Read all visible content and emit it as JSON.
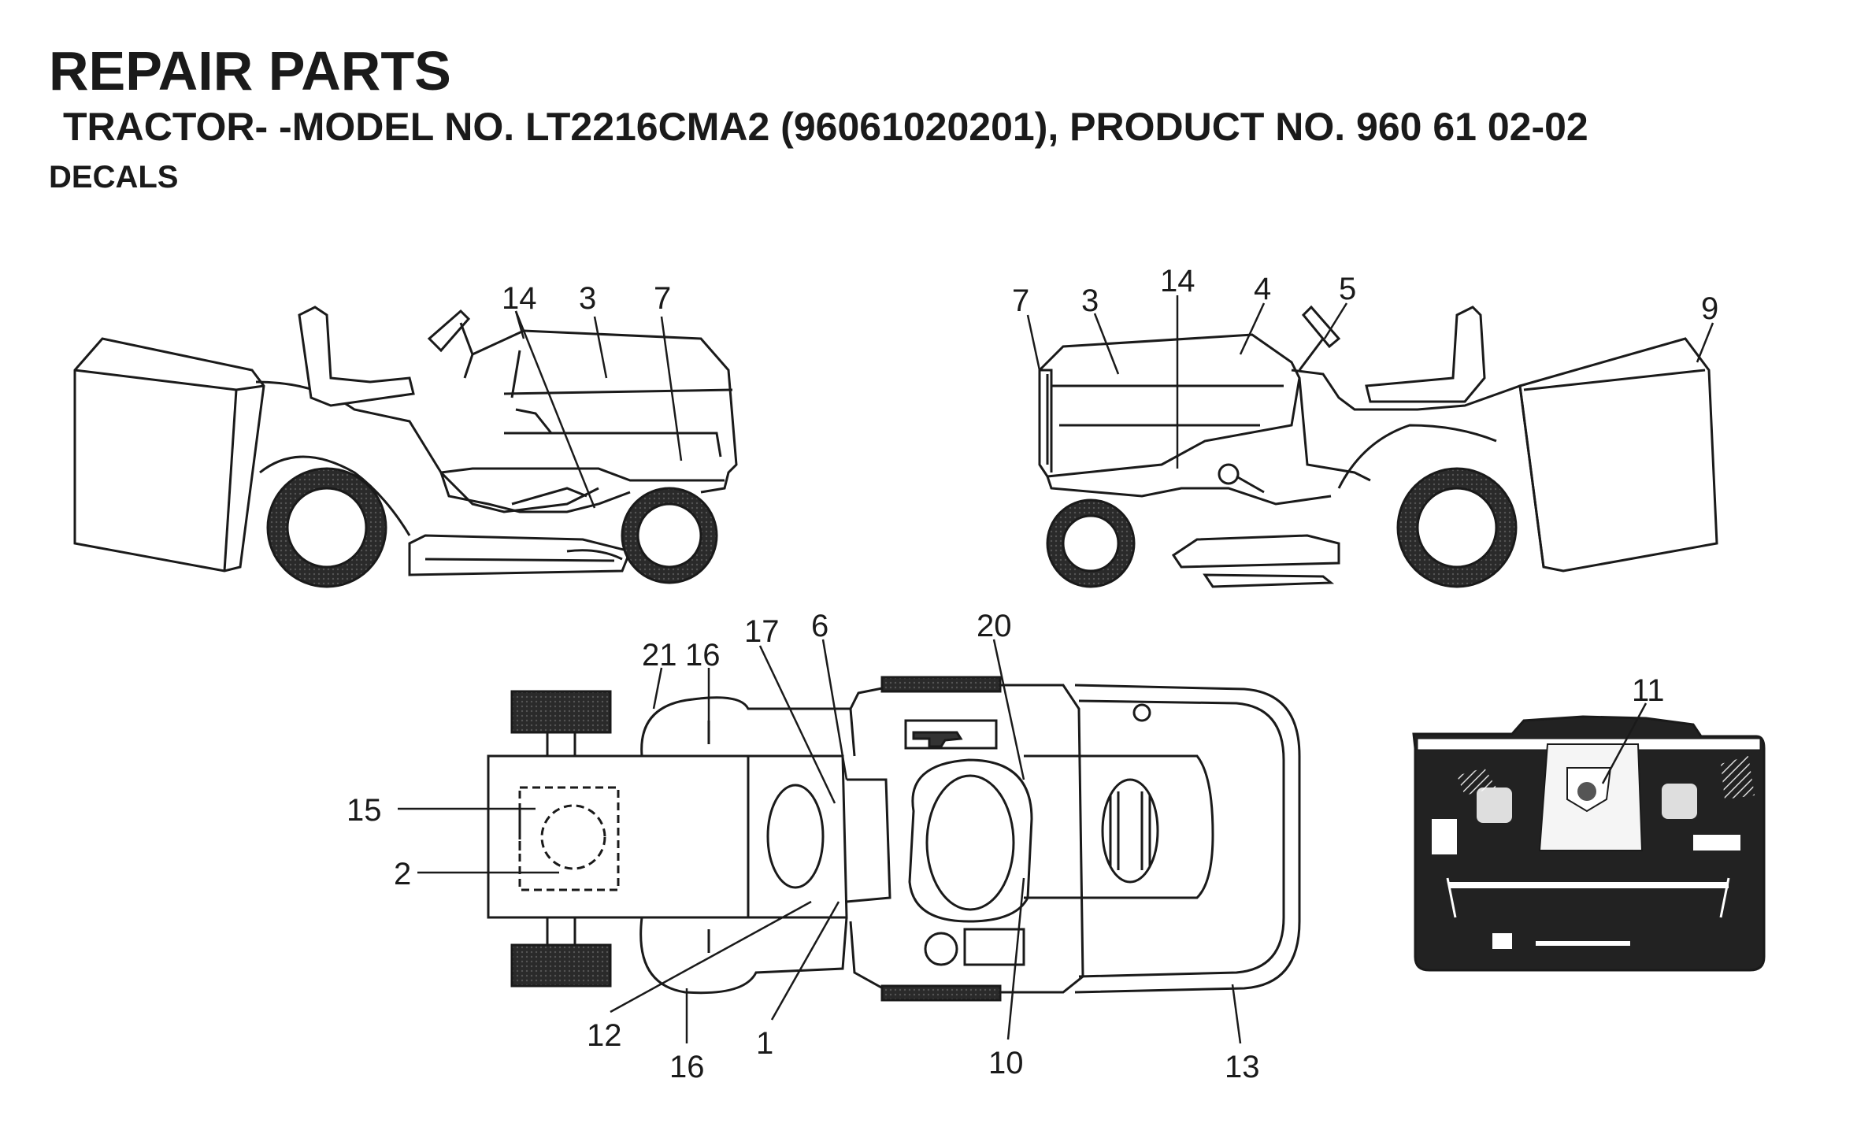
{
  "header": {
    "title": "REPAIR PARTS",
    "subtitle": "TRACTOR- -MODEL NO. LT2216CMA2 (96061020201), PRODUCT NO. 960 61 02-02",
    "section": "DECALS"
  },
  "callouts": {
    "left_view": [
      "14",
      "3",
      "7"
    ],
    "right_view": [
      "7",
      "3",
      "14",
      "4",
      "5",
      "9"
    ],
    "top_view": [
      "21",
      "16",
      "17",
      "6",
      "20",
      "15",
      "2",
      "12",
      "16",
      "1",
      "10",
      "13"
    ],
    "dash_view": [
      "11"
    ]
  },
  "colors": {
    "ink": "#1a1a1a",
    "tire_fill": "#3a3a3a",
    "panel_fill": "#222222"
  }
}
